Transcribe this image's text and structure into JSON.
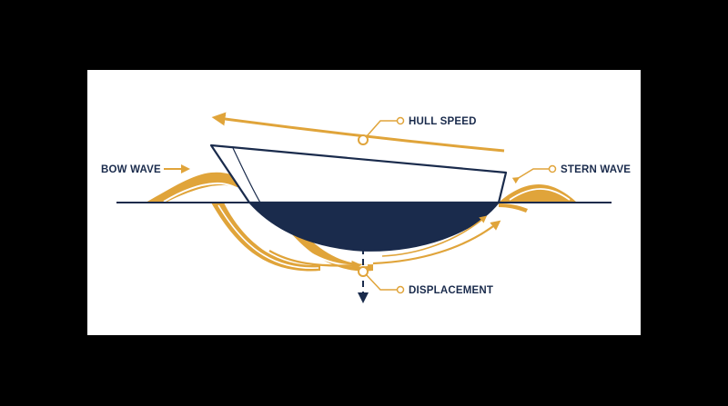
{
  "labels": {
    "hull_speed": "HULL SPEED",
    "bow_wave": "BOW WAVE",
    "stern_wave": "STERN WAVE",
    "displacement": "DISPLACEMENT"
  },
  "colors": {
    "background": "#000000",
    "panel": "#ffffff",
    "navy": "#1a2b4c",
    "gold": "#e0a43a",
    "label_text": "#1a2b4c"
  }
}
